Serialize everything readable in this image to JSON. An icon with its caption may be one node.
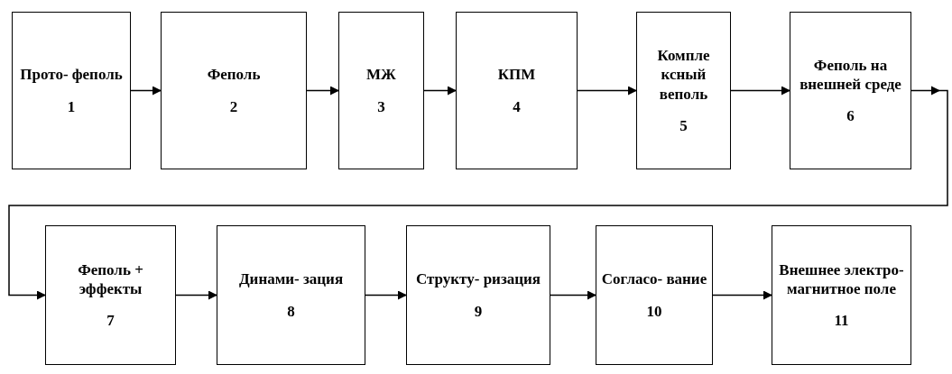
{
  "diagram": {
    "nodes": [
      {
        "text": [
          "Прото- феполь",
          "1"
        ]
      },
      {
        "text": [
          "Феполь",
          "2"
        ]
      },
      {
        "text": [
          "МЖ",
          "3"
        ]
      },
      {
        "text": [
          "КПМ",
          "4"
        ]
      },
      {
        "text": [
          "Компле ксный веполь",
          "5"
        ]
      },
      {
        "text": [
          "Феполь на внешней среде",
          "6"
        ]
      },
      {
        "text": [
          "Феполь + эффекты",
          "7"
        ]
      },
      {
        "text": [
          "Динами- зация",
          "8"
        ]
      },
      {
        "text": [
          "Структу- ризация",
          "9"
        ]
      },
      {
        "text": [
          "Согласо- вание",
          "10"
        ]
      },
      {
        "text": [
          "Внешнее электро- магнитное поле",
          "11"
        ]
      }
    ],
    "edges": [
      {
        "from": 0,
        "to": 1,
        "arrow": "to"
      },
      {
        "from": 1,
        "to": 2,
        "arrow": "to"
      },
      {
        "from": 2,
        "to": 3,
        "arrow": "to"
      },
      {
        "from": 3,
        "to": 4,
        "arrow": "to"
      },
      {
        "from": 4,
        "to": 5,
        "arrow": "to"
      },
      {
        "from": 5,
        "to": 6,
        "arrow": "to"
      },
      {
        "from": 6,
        "to": 7,
        "arrow": "to"
      },
      {
        "from": 7,
        "to": 8,
        "arrow": "to"
      },
      {
        "from": 8,
        "to": 9,
        "arrow": "to"
      },
      {
        "from": 9,
        "to": 10,
        "arrow": "to"
      }
    ]
  }
}
